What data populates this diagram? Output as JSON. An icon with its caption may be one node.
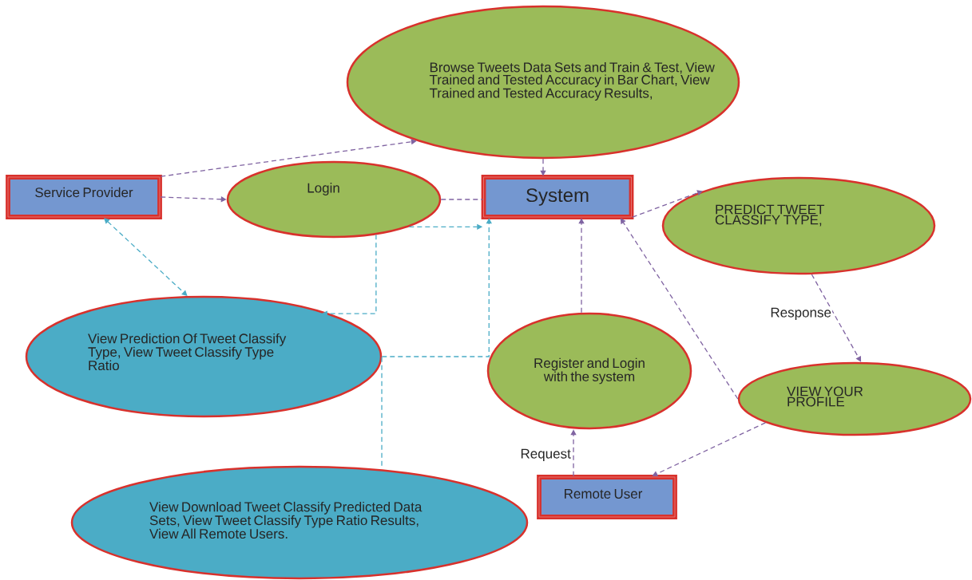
{
  "diagram": {
    "nodes": [
      {
        "text": [
          "Service Provider"
        ]
      },
      {
        "text": [
          "Browse Tweets Data Sets and Train & Test, View Trained and Tested Accuracy in Bar Chart, View Trained and Tested Accuracy Results,"
        ]
      },
      {
        "text": [
          "Login"
        ]
      },
      {
        "text": [
          "System"
        ]
      },
      {
        "text": [
          "PREDICT TWEET CLASSIFY TYPE,"
        ]
      },
      {
        "text": [
          "View Prediction Of Tweet Classify Type, View Tweet Classify Type Ratio"
        ]
      },
      {
        "text": [
          "Register and Login with the system"
        ]
      },
      {
        "text": [
          "VIEW YOUR PROFILE"
        ]
      },
      {
        "text": [
          "View Download Tweet Classify Predicted Data Sets, View Tweet Classify Type Ratio Results, View All Remote Users."
        ]
      },
      {
        "text": [
          "Remote User"
        ]
      }
    ],
    "edges": [
      {
        "from": 0,
        "to": 1,
        "arrow": "to",
        "style": "dashed"
      },
      {
        "from": 0,
        "to": 2,
        "arrow": "to",
        "style": "dashed"
      },
      {
        "from": 2,
        "to": 3,
        "arrow": "none",
        "style": "dashed"
      },
      {
        "from": 1,
        "to": 3,
        "arrow": "to",
        "style": "dashed"
      },
      {
        "from": 3,
        "to": 4,
        "arrow": "to",
        "style": "dashed"
      },
      {
        "from": 4,
        "to": 7,
        "arrow": "to",
        "style": "dashed",
        "label": "Response"
      },
      {
        "from": 7,
        "to": 3,
        "arrow": "to",
        "style": "dashed"
      },
      {
        "from": 7,
        "to": 9,
        "arrow": "to",
        "style": "dashed"
      },
      {
        "from": 9,
        "to": 6,
        "arrow": "to",
        "style": "dashed",
        "label": "Request"
      },
      {
        "from": 6,
        "to": 3,
        "arrow": "to",
        "style": "dashed"
      },
      {
        "from": 0,
        "to": 5,
        "arrow": "both",
        "style": "dashed",
        "color": "#4bacc6"
      },
      {
        "from": 2,
        "to": 3,
        "arrow": "to",
        "style": "dashed",
        "color": "#4bacc6"
      },
      {
        "from": 2,
        "to": 5,
        "arrow": "to",
        "style": "dashed",
        "color": "#4bacc6"
      },
      {
        "from": 5,
        "to": 3,
        "arrow": "to",
        "style": "dashed",
        "color": "#4bacc6"
      },
      {
        "from": 8,
        "to": 5,
        "arrow": "none",
        "style": "dashed",
        "color": "#4bacc6"
      }
    ]
  }
}
